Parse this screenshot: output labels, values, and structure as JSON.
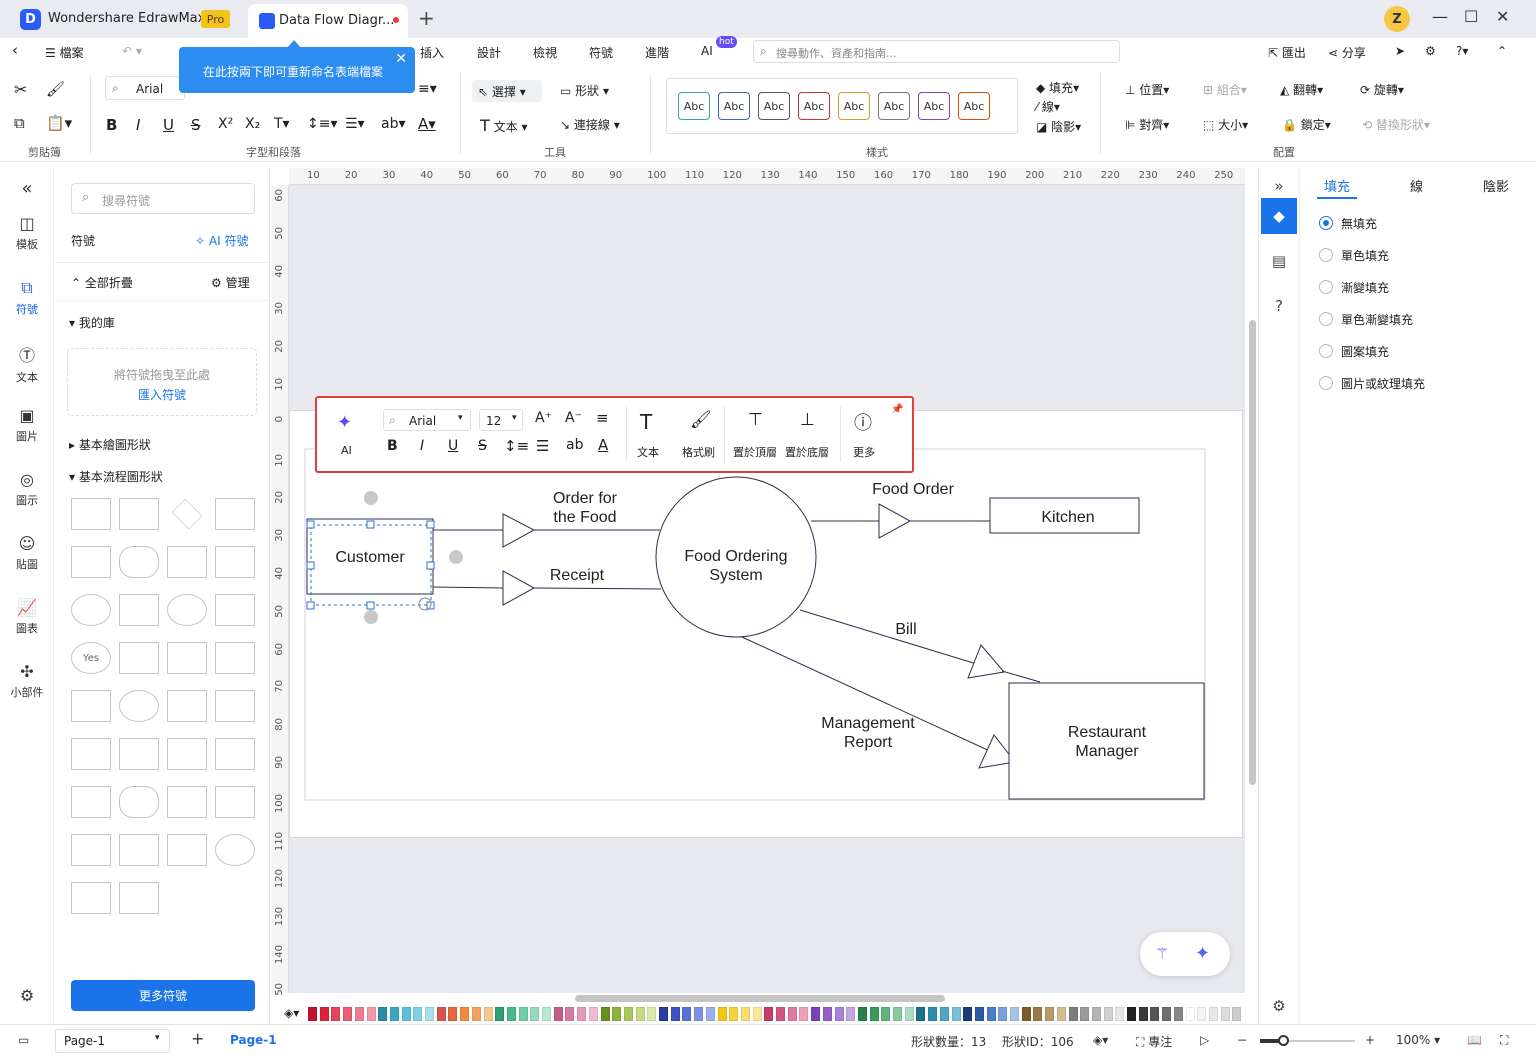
{
  "app": {
    "name": "Wondershare EdrawMax",
    "badge": "Pro",
    "tab_title": "Data Flow Diagr...",
    "user_initial": "Z"
  },
  "menu": {
    "file": "檔案",
    "items": [
      "插入",
      "設計",
      "檢視",
      "符號",
      "進階",
      "AI"
    ],
    "ai_badge": "hot",
    "search_placeholder": "搜尋動作、資產和指南...",
    "export": "匯出",
    "share": "分享"
  },
  "tooltip": {
    "text": "在此按兩下即可重新命名表端檔案"
  },
  "ribbon": {
    "font": "Arial",
    "groups": [
      "剪貼簿",
      "字型和段落",
      "工具",
      "樣式",
      "配置"
    ],
    "tools": {
      "select": "選擇",
      "shape": "形狀",
      "text": "文本",
      "connector": "連接線"
    },
    "style_samples": [
      "Abc",
      "Abc",
      "Abc",
      "Abc",
      "Abc",
      "Abc",
      "Abc",
      "Abc"
    ],
    "style_colors": [
      "#3aa0b0",
      "#3867c8",
      "#555555",
      "#c0392b",
      "#d39a2a",
      "#7a7a7a",
      "#8e44ad",
      "#d35400"
    ],
    "style_props": {
      "fill": "填充",
      "line": "線",
      "shadow": "陰影"
    },
    "arrange": {
      "position": "位置",
      "group": "組合",
      "flip": "翻轉",
      "rotate": "旋轉",
      "align": "對齊",
      "size": "大小",
      "lock": "鎖定",
      "replace": "替換形狀"
    }
  },
  "leftnav": [
    {
      "label": "模板",
      "icon": "template-icon"
    },
    {
      "label": "符號",
      "icon": "symbol-icon"
    },
    {
      "label": "文本",
      "icon": "text-icon"
    },
    {
      "label": "圖片",
      "icon": "image-icon"
    },
    {
      "label": "圖示",
      "icon": "icon-icon"
    },
    {
      "label": "貼圖",
      "icon": "sticker-icon"
    },
    {
      "label": "圖表",
      "icon": "chart-icon"
    },
    {
      "label": "小部件",
      "icon": "widget-icon"
    }
  ],
  "symbols": {
    "search_placeholder": "搜尋符號",
    "title": "符號",
    "ai_symbols": "AI 符號",
    "collapse_all": "全部折疊",
    "manage": "管理",
    "my_library": "我的庫",
    "drop_hint": "將符號拖曳至此處",
    "import": "匯入符號",
    "basic_drawing": "基本繪圖形狀",
    "basic_flowchart": "基本流程圖形狀",
    "yes_label": "Yes",
    "more": "更多符號"
  },
  "ruler": {
    "x": [
      "10",
      "20",
      "30",
      "40",
      "50",
      "60",
      "70",
      "80",
      "90",
      "100",
      "110",
      "120",
      "130",
      "140",
      "150",
      "160",
      "170",
      "180",
      "190",
      "200",
      "210",
      "220",
      "230",
      "240",
      "250"
    ],
    "y": [
      "60",
      "50",
      "40",
      "30",
      "20",
      "10",
      "0",
      "10",
      "20",
      "30",
      "40",
      "50",
      "60",
      "70",
      "80",
      "90",
      "100",
      "110",
      "120",
      "130",
      "140",
      "50"
    ]
  },
  "floating_toolbar": {
    "ai": "AI",
    "font": "Arial",
    "size": "12",
    "text": "文本",
    "format_painter": "格式刷",
    "bring_front": "置於頂層",
    "send_back": "置於底層",
    "more": "更多"
  },
  "diagram": {
    "customer": "Customer",
    "order_for_food_1": "Order for",
    "order_for_food_2": "the Food",
    "receipt": "Receipt",
    "system_1": "Food Ordering",
    "system_2": "System",
    "food_order": "Food Order",
    "kitchen": "Kitchen",
    "bill": "Bill",
    "management_1": "Management",
    "management_2": "Report",
    "manager_1": "Restaurant",
    "manager_2": "Manager"
  },
  "rightpanel": {
    "tabs": [
      "填充",
      "線",
      "陰影"
    ],
    "fill_options": [
      "無填充",
      "單色填充",
      "漸變填充",
      "單色漸變填充",
      "圖案填充",
      "圖片或紋理填充"
    ],
    "selected": "無填充"
  },
  "palette": [
    "#c0122a",
    "#d9233d",
    "#e2465c",
    "#e85d75",
    "#ef7c93",
    "#f29aab",
    "#2e8ba8",
    "#3aa8c4",
    "#5cc0d6",
    "#82d1e2",
    "#a7e0ec",
    "#d9534f",
    "#e4683b",
    "#ef8a3c",
    "#f4a261",
    "#f9c891",
    "#2f9e72",
    "#48b98a",
    "#6fcca3",
    "#95dbbb",
    "#b8e8d2",
    "#c85a8a",
    "#d77aa3",
    "#e49abc",
    "#f0bcd4",
    "#6b8e23",
    "#8db43a",
    "#a9c95b",
    "#c4dc82",
    "#dbe9aa",
    "#2b3a9e",
    "#3d52c4",
    "#5a72d8",
    "#7c92e4",
    "#9db0ee",
    "#f3c614",
    "#f7d23e",
    "#f9dd6a",
    "#fbe896",
    "#c73a6a",
    "#d6557f",
    "#e27a9c",
    "#eda0b9",
    "#7a42b8",
    "#9160c9",
    "#a982d7",
    "#c2a5e4",
    "#2a7f4a",
    "#3c9a5f",
    "#5fb47d",
    "#86ca9f",
    "#aedec0",
    "#1e6f8a",
    "#2d8ba8",
    "#4ea6c0",
    "#78bfd3",
    "#1a3c7a",
    "#2a5aa8",
    "#4a7fc4",
    "#7ba1d8",
    "#a8c2e8",
    "#7a5c2e",
    "#9a7a48",
    "#b89a6a",
    "#d4bc90",
    "#7d7d7d",
    "#9a9a9a",
    "#b5b5b5",
    "#d0d0d0",
    "#e6e6e6",
    "#222222",
    "#3a3a3a",
    "#555555",
    "#6e6e6e",
    "#888888",
    "#ffffff",
    "#f4f4f4",
    "#e8e8e8",
    "#dcdcdc",
    "#cccccc"
  ],
  "status": {
    "page_dropdown": "Page-1",
    "page_tab": "Page-1",
    "shape_count_label": "形狀數量：",
    "shape_count": "13",
    "shape_id_label": "形狀ID：",
    "shape_id": "106",
    "focus": "專注",
    "zoom": "100%"
  }
}
